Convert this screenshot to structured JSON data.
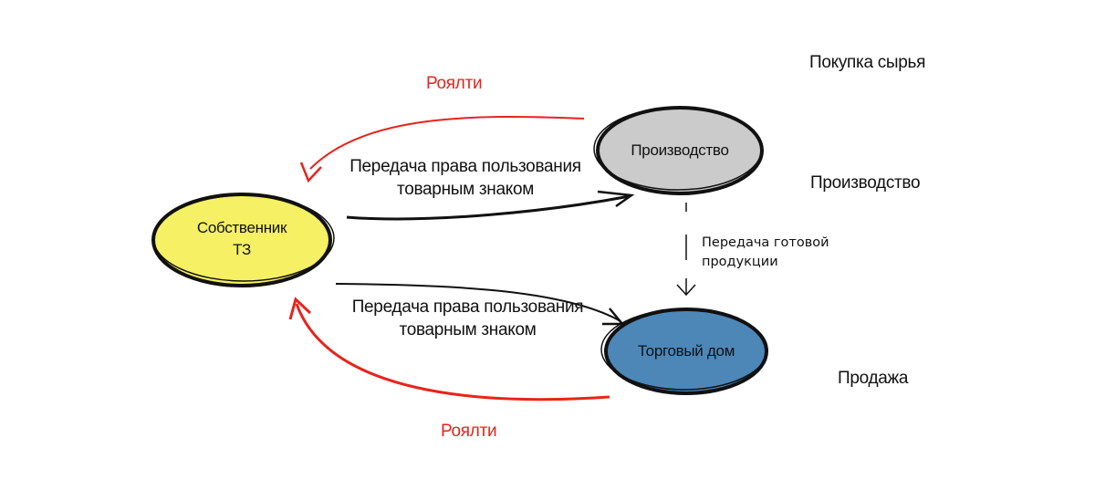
{
  "nodes": {
    "owner": {
      "label": "Собственник ТЗ",
      "fill": "#f5f064"
    },
    "production": {
      "label": "Производство",
      "fill": "#cbcbcb"
    },
    "trading": {
      "label": "Торговый дом",
      "fill": "#4c87b8"
    }
  },
  "edges": {
    "royalty_top": "Роялти",
    "royalty_bottom": "Роялти",
    "license_top": "Передача права пользования товарным знаком",
    "license_bottom": "Передача права пользования товарным знаком",
    "finished_goods": "Передача готовой продукции"
  },
  "stages": {
    "raw_materials": "Покупка сырья",
    "production": "Производство",
    "sales": "Продажа"
  },
  "colors": {
    "royalty": "#e8231c",
    "outline": "#111111"
  }
}
